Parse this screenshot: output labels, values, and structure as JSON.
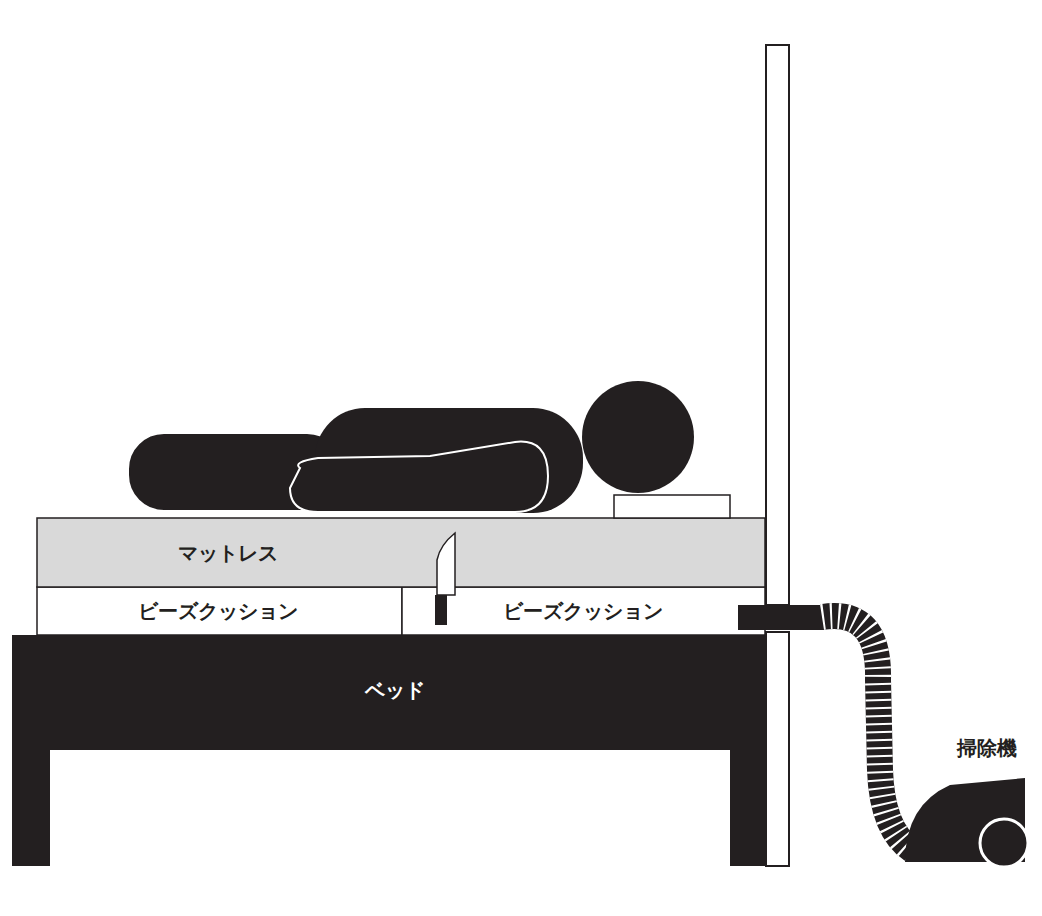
{
  "diagram": {
    "nodes": [
      {
        "text": [
          "マットレス"
        ]
      },
      {
        "text": [
          "ビーズクッション"
        ]
      },
      {
        "text": [
          "ビーズクッション"
        ]
      },
      {
        "text": [
          "ベッド"
        ]
      }
    ],
    "labels": [
      "掃除機"
    ]
  }
}
